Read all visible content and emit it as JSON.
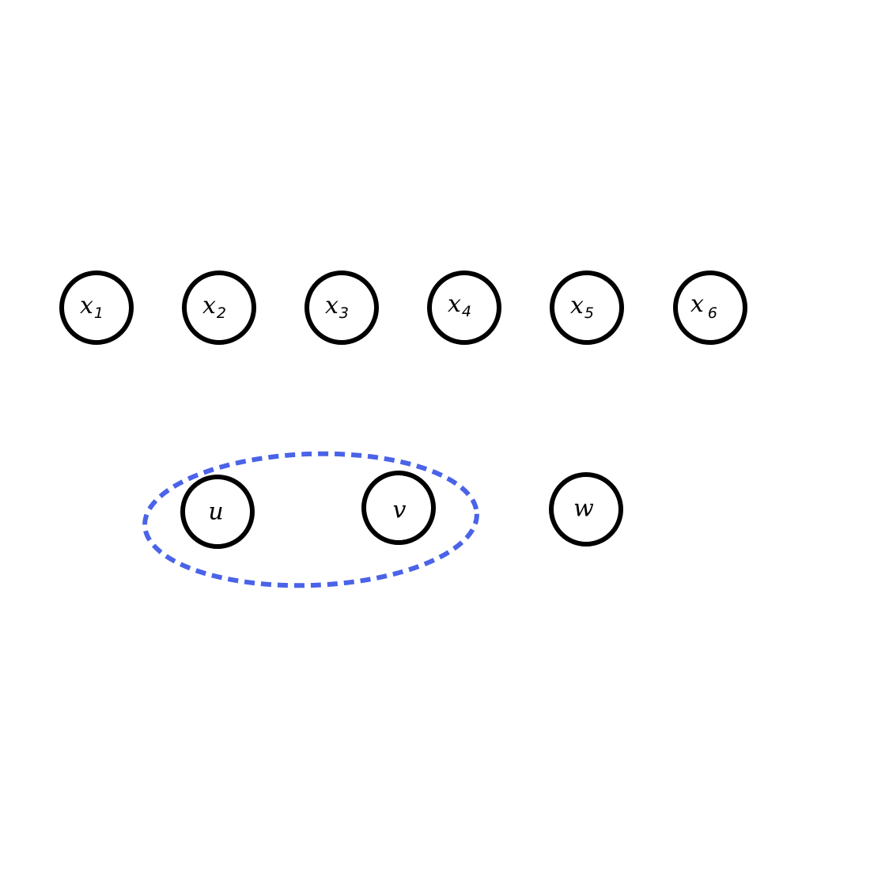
{
  "diagram": {
    "group": {
      "members": [
        "u",
        "v"
      ],
      "stroke_color": "#4a63e8",
      "line_style": "dashed"
    },
    "top_row": [
      {
        "id": "x1",
        "label": "x",
        "sub": "1"
      },
      {
        "id": "x2",
        "label": "x",
        "sub": "2"
      },
      {
        "id": "x3",
        "label": "x",
        "sub": "3"
      },
      {
        "id": "x4",
        "label": "x",
        "sub": "4"
      },
      {
        "id": "x5",
        "label": "x",
        "sub": "5"
      },
      {
        "id": "x6",
        "label": "x",
        "sub": "6"
      }
    ],
    "bottom_row": [
      {
        "id": "u",
        "label": "u"
      },
      {
        "id": "v",
        "label": "v"
      },
      {
        "id": "w",
        "label": "w"
      }
    ],
    "node_stroke_color": "#000000",
    "background_color": "#ffffff"
  }
}
